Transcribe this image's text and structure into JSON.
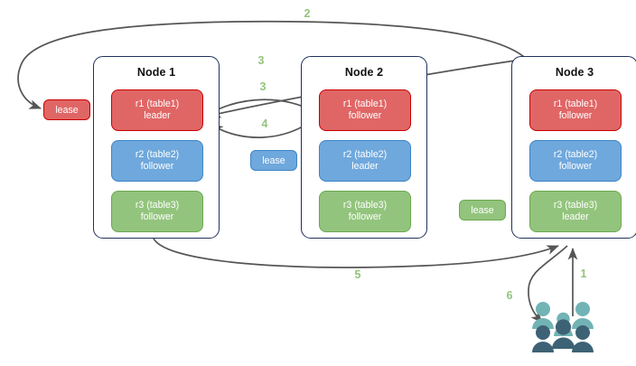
{
  "diagram": {
    "title": "Raft lease / leaseholder request routing across three nodes",
    "colors": {
      "replica_red_fill": "#E06666",
      "replica_red_border": "#CC0000",
      "replica_blue_fill": "#6FA8DC",
      "replica_blue_border": "#3D85C6",
      "replica_green_fill": "#93C47D",
      "replica_green_border": "#6AA84F",
      "node_border": "#20315B",
      "arrow": "#555555",
      "step_label": "#93C47D",
      "users_light": "#72B3B5",
      "users_dark": "#3E6275",
      "background": "#FFFFFF"
    },
    "nodes": [
      {
        "id": "node1",
        "title": "Node 1",
        "replicas": [
          {
            "id": "n1r1",
            "line1": "r1 (table1)",
            "line2": "leader",
            "color": "red"
          },
          {
            "id": "n1r2",
            "line1": "r2 (table2)",
            "line2": "follower",
            "color": "blue"
          },
          {
            "id": "n1r3",
            "line1": "r3 (table3)",
            "line2": "follower",
            "color": "green"
          }
        ]
      },
      {
        "id": "node2",
        "title": "Node 2",
        "replicas": [
          {
            "id": "n2r1",
            "line1": "r1 (table1)",
            "line2": "follower",
            "color": "red"
          },
          {
            "id": "n2r2",
            "line1": "r2 (table2)",
            "line2": "leader",
            "color": "blue"
          },
          {
            "id": "n2r3",
            "line1": "r3 (table3)",
            "line2": "follower",
            "color": "green"
          }
        ]
      },
      {
        "id": "node3",
        "title": "Node 3",
        "replicas": [
          {
            "id": "n3r1",
            "line1": "r1 (table1)",
            "line2": "follower",
            "color": "red"
          },
          {
            "id": "n3r2",
            "line1": "r2 (table2)",
            "line2": "follower",
            "color": "blue"
          },
          {
            "id": "n3r3",
            "line1": "r3 (table3)",
            "line2": "leader",
            "color": "green"
          }
        ]
      }
    ],
    "leases": [
      {
        "id": "lease-r1",
        "label": "lease",
        "color": "red",
        "owner": "r1 (table1)"
      },
      {
        "id": "lease-r2",
        "label": "lease",
        "color": "blue",
        "owner": "r2 (table2)"
      },
      {
        "id": "lease-r3",
        "label": "lease",
        "color": "green",
        "owner": "r3 (table3)"
      }
    ],
    "steps": [
      {
        "id": "step1",
        "label": "1",
        "from": "users",
        "to": "node3"
      },
      {
        "id": "step2",
        "label": "2",
        "from": "node3",
        "to": "lease-r1"
      },
      {
        "id": "step3a",
        "label": "3",
        "from": "node3",
        "to": "n1r1"
      },
      {
        "id": "step3b",
        "label": "3",
        "from": "n1r1",
        "to": "n2r1"
      },
      {
        "id": "step4",
        "label": "4",
        "from": "n2r1",
        "to": "n1r1"
      },
      {
        "id": "step5",
        "label": "5",
        "from": "node1",
        "to": "node3"
      },
      {
        "id": "step6",
        "label": "6",
        "from": "node3",
        "to": "users"
      }
    ],
    "users": {
      "id": "users",
      "label": "users-icon",
      "person_count": 6
    }
  }
}
